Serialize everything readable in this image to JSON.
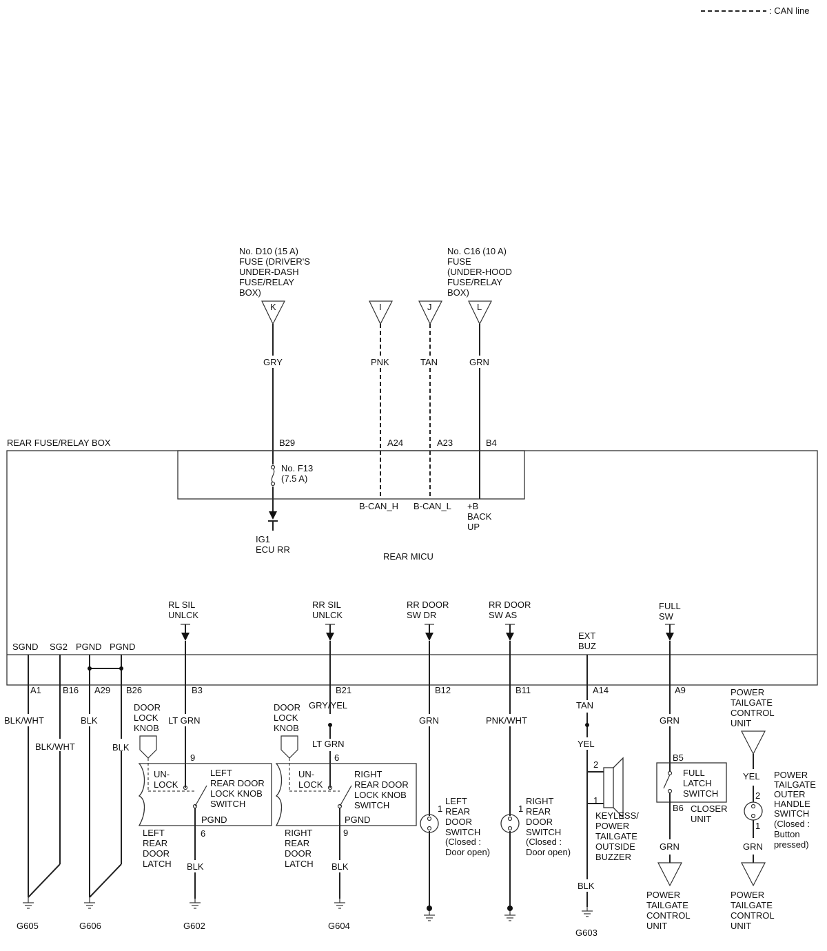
{
  "legend": {
    "label": ": CAN line"
  },
  "top_sources": {
    "d10_fuse": [
      "No. D10 (15 A)",
      "FUSE (DRIVER'S",
      "UNDER-DASH",
      "FUSE/RELAY",
      "BOX)"
    ],
    "c16_fuse": [
      "No. C16 (10 A)",
      "FUSE",
      "(UNDER-HOOD",
      "FUSE/RELAY",
      "BOX)"
    ],
    "connectors": [
      "K",
      "I",
      "J",
      "L"
    ],
    "wire_colors": [
      "GRY",
      "PNK",
      "TAN",
      "GRN"
    ],
    "pins": [
      "B29",
      "A24",
      "A23",
      "B4"
    ]
  },
  "rear_fuse_relay_box": {
    "title": "REAR FUSE/RELAY BOX",
    "fuse_f13": [
      "No. F13",
      "(7.5 A)"
    ],
    "ig1": [
      "IG1",
      "ECU RR"
    ],
    "bcan_h": "B-CAN_H",
    "bcan_l": "B-CAN_L",
    "backup": [
      "+B",
      "BACK",
      "UP"
    ],
    "rear_micu": "REAR MICU"
  },
  "micu_outputs": {
    "rl_sil": [
      "RL SIL",
      "UNLCK"
    ],
    "rr_sil": [
      "RR SIL",
      "UNLCK"
    ],
    "rr_door_dr": [
      "RR DOOR",
      "SW DR"
    ],
    "rr_door_as": [
      "RR DOOR",
      "SW AS"
    ],
    "ext_buz": [
      "EXT",
      "BUZ"
    ],
    "full_sw": [
      "FULL",
      "SW"
    ]
  },
  "ground_labels": [
    "SGND",
    "SG2",
    "PGND",
    "PGND"
  ],
  "bottom_pins": [
    "A1",
    "B16",
    "A29",
    "B26",
    "B3",
    "B21",
    "B12",
    "B11",
    "A14",
    "A9"
  ],
  "wires": {
    "blk_wht": "BLK/WHT",
    "blk": "BLK",
    "lt_grn": "LT GRN",
    "gry_yel": "GRY/YEL",
    "grn": "GRN",
    "pnk_wht": "PNK/WHT",
    "tan": "TAN",
    "yel": "YEL"
  },
  "left_latch": {
    "knob": [
      "DOOR",
      "LOCK",
      "KNOB"
    ],
    "pin_top": "9",
    "unlock": [
      "UN-",
      "LOCK"
    ],
    "switch": [
      "LEFT",
      "REAR DOOR",
      "LOCK KNOB",
      "SWITCH"
    ],
    "pgnd": "PGND",
    "pin_bottom": "6",
    "name": [
      "LEFT",
      "REAR",
      "DOOR",
      "LATCH"
    ]
  },
  "right_latch": {
    "knob": [
      "DOOR",
      "LOCK",
      "KNOB"
    ],
    "pin_top": "6",
    "unlock": [
      "UN-",
      "LOCK"
    ],
    "switch": [
      "RIGHT",
      "REAR DOOR",
      "LOCK KNOB",
      "SWITCH"
    ],
    "pgnd": "PGND",
    "pin_bottom": "9",
    "name": [
      "RIGHT",
      "REAR",
      "DOOR",
      "LATCH"
    ]
  },
  "left_door_switch": {
    "pin": "1",
    "name": [
      "LEFT",
      "REAR",
      "DOOR",
      "SWITCH",
      "(Closed :",
      "Door open)"
    ]
  },
  "right_door_switch": {
    "pin": "1",
    "name": [
      "RIGHT",
      "REAR",
      "DOOR",
      "SWITCH",
      "(Closed :",
      "Door open)"
    ]
  },
  "buzzer": {
    "pin2": "2",
    "pin1": "1",
    "name": [
      "KEYLESS/",
      "POWER",
      "TAILGATE",
      "OUTSIDE",
      "BUZZER"
    ]
  },
  "closer": {
    "b5": "B5",
    "b6": "B6",
    "switch": [
      "FULL",
      "LATCH",
      "SWITCH"
    ],
    "unit": [
      "CLOSER",
      "UNIT"
    ],
    "dest": [
      "POWER",
      "TAILGATE",
      "CONTROL",
      "UNIT"
    ]
  },
  "outer_handle": {
    "source": [
      "POWER",
      "TAILGATE",
      "CONTROL",
      "UNIT"
    ],
    "pin2": "2",
    "pin1": "1",
    "name": [
      "POWER",
      "TAILGATE",
      "OUTER",
      "HANDLE",
      "SWITCH",
      "(Closed :",
      "Button",
      "pressed)"
    ],
    "dest": [
      "POWER",
      "TAILGATE",
      "CONTROL",
      "UNIT"
    ]
  },
  "grounds": [
    "G605",
    "G606",
    "G602",
    "G604",
    "G603"
  ]
}
